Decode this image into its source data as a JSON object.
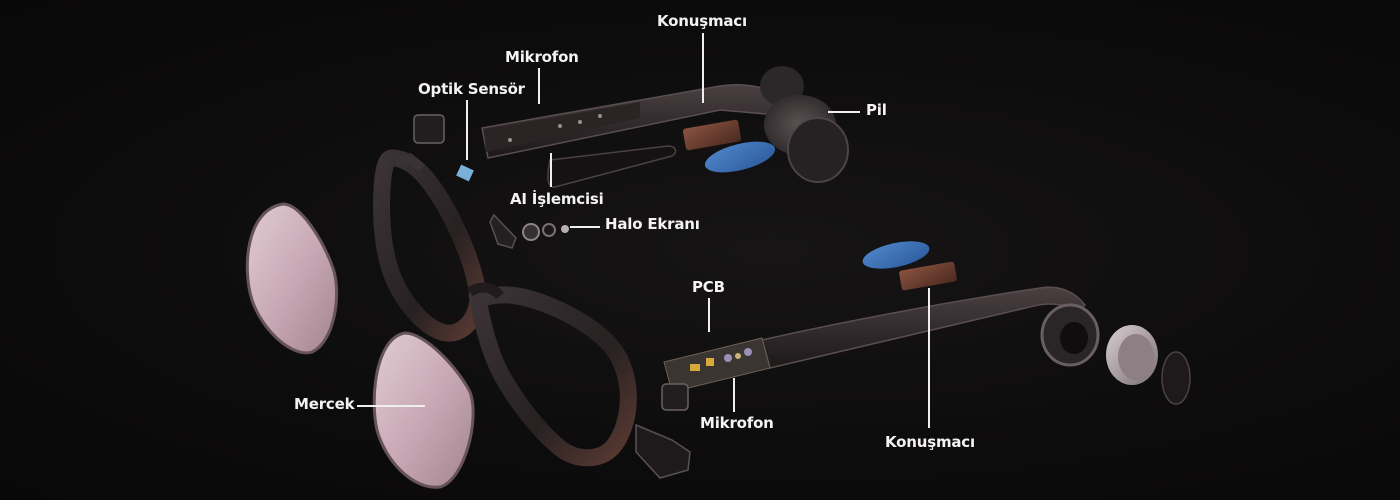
{
  "labels": {
    "konusmaci_top": "Konuşmacı",
    "mikrofon_top": "Mikrofon",
    "optik_sensor": "Optik Sensör",
    "pil": "Pil",
    "ai_islemcisi": "AI İşlemcisi",
    "halo_ekrani": "Halo Ekranı",
    "pcb": "PCB",
    "mercek": "Mercek",
    "mikrofon_bottom": "Mikrofon",
    "konusmaci_bottom": "Konuşmacı"
  },
  "colors": {
    "background": "#0d0c0c",
    "frame": "#2c2627",
    "lens_tint": "#e8c8d3",
    "pad_blue": "#3a6fb6",
    "speaker_copper": "#6a3a2a",
    "pcb": "#3a3530",
    "label_text": "#f4f2f2"
  }
}
